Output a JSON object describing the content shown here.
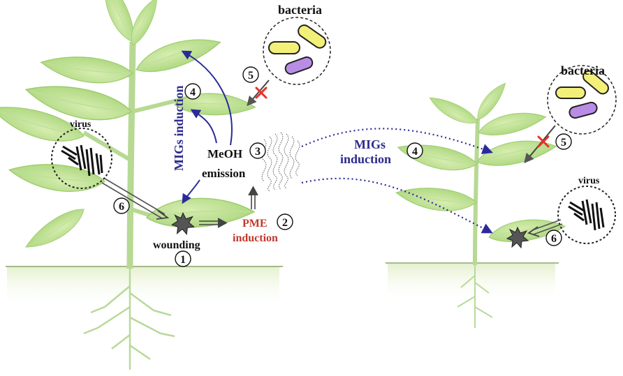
{
  "labels": {
    "bacteria_left": "bacteria",
    "bacteria_right": "bacteria",
    "virus_left": "virus",
    "virus_right": "virus",
    "mig_induction_vertical": "MIGs induction",
    "meoh_line1": "MeOH",
    "meoh_line2": "emission",
    "pme_line1": "PME",
    "pme_line2": "induction",
    "wounding": "wounding",
    "mig_right_line1": "MIGs",
    "mig_right_line2": "induction"
  },
  "steps": {
    "wounding": "1",
    "pme": "2",
    "meoh": "3",
    "mig_left": "4",
    "mig_right": "4",
    "bacteria_left": "5",
    "bacteria_right": "5",
    "virus_left": "6",
    "virus_right": "6"
  },
  "colors": {
    "mig_text": "#2c2c8c",
    "pme_text": "#c0392b",
    "arrow_blue": "#2a2a9a",
    "block_x": "#e8322a",
    "bacteria_yellow": "#f3f07a",
    "bacteria_purple": "#b98ce6"
  }
}
